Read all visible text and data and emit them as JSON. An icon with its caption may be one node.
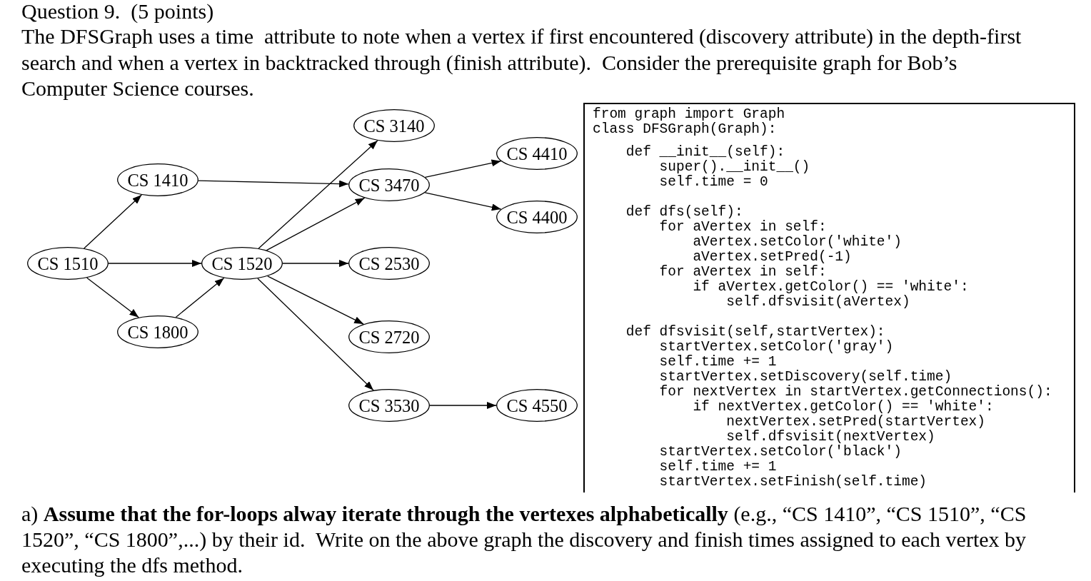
{
  "diagram": {
    "title": "Question 9.  (5 points)",
    "nodes": [
      {
        "text": [
          "CS 3140"
        ]
      },
      {
        "text": [
          "CS 4410"
        ]
      },
      {
        "text": [
          "CS 1410"
        ]
      },
      {
        "text": [
          "CS 3470"
        ]
      },
      {
        "text": [
          "CS 4400"
        ]
      },
      {
        "text": [
          "CS 1510"
        ]
      },
      {
        "text": [
          "CS 1520"
        ]
      },
      {
        "text": [
          "CS 2530"
        ]
      },
      {
        "text": [
          "CS 1800"
        ]
      },
      {
        "text": [
          "CS 2720"
        ]
      },
      {
        "text": [
          "CS 3530"
        ]
      },
      {
        "text": [
          "CS 4550"
        ]
      },
      {
        "text": [
          "from graph import Graph",
          "class DFSGraph(Graph):",
          "    def __init__(self):",
          "        super().__init__()",
          "        self.time = 0",
          "    def dfs(self):",
          "        for aVertex in self:",
          "            aVertex.setColor('white')",
          "            aVertex.setPred(-1)",
          "        for aVertex in self:",
          "            if aVertex.getColor() == 'white':",
          "                self.dfsvisit(aVertex)",
          "    def dfsvisit(self,startVertex):",
          "        startVertex.setColor('gray')",
          "        self.time += 1",
          "        startVertex.setDiscovery(self.time)",
          "        for nextVertex in startVertex.getConnections():",
          "            if nextVertex.getColor() == 'white':",
          "                nextVertex.setPred(startVertex)",
          "                self.dfsvisit(nextVertex)",
          "        startVertex.setColor('black')",
          "        self.time += 1",
          "        startVertex.setFinish(self.time)"
        ]
      }
    ],
    "edges": [
      {
        "from": 5,
        "to": 2,
        "arrow": "to"
      },
      {
        "from": 5,
        "to": 6,
        "arrow": "to"
      },
      {
        "from": 5,
        "to": 8,
        "arrow": "to"
      },
      {
        "from": 2,
        "to": 3,
        "arrow": "to"
      },
      {
        "from": 8,
        "to": 6,
        "arrow": "to"
      },
      {
        "from": 6,
        "to": 0,
        "arrow": "to"
      },
      {
        "from": 6,
        "to": 3,
        "arrow": "to"
      },
      {
        "from": 6,
        "to": 7,
        "arrow": "to"
      },
      {
        "from": 6,
        "to": 9,
        "arrow": "to"
      },
      {
        "from": 6,
        "to": 10,
        "arrow": "to"
      },
      {
        "from": 3,
        "to": 1,
        "arrow": "to"
      },
      {
        "from": 3,
        "to": 4,
        "arrow": "to"
      },
      {
        "from": 10,
        "to": 11,
        "arrow": "to"
      }
    ],
    "labels": [
      "The DFSGraph uses a time  attribute to note when a vertex if first encountered (discovery attribute) in the depth-first search and when a vertex in backtracked through (finish attribute).  Consider the prerequisite graph for Bob’s Computer Science courses.",
      "a) **Assume that the for-loops alway iterate through the vertexes alphabetically** (e.g., “CS 1410”, “CS 1510”, “CS 1520”, “CS 1800”,...) by their id.  Write on the above graph the discovery and finish times assigned to each vertex by executing the dfs method."
    ]
  }
}
